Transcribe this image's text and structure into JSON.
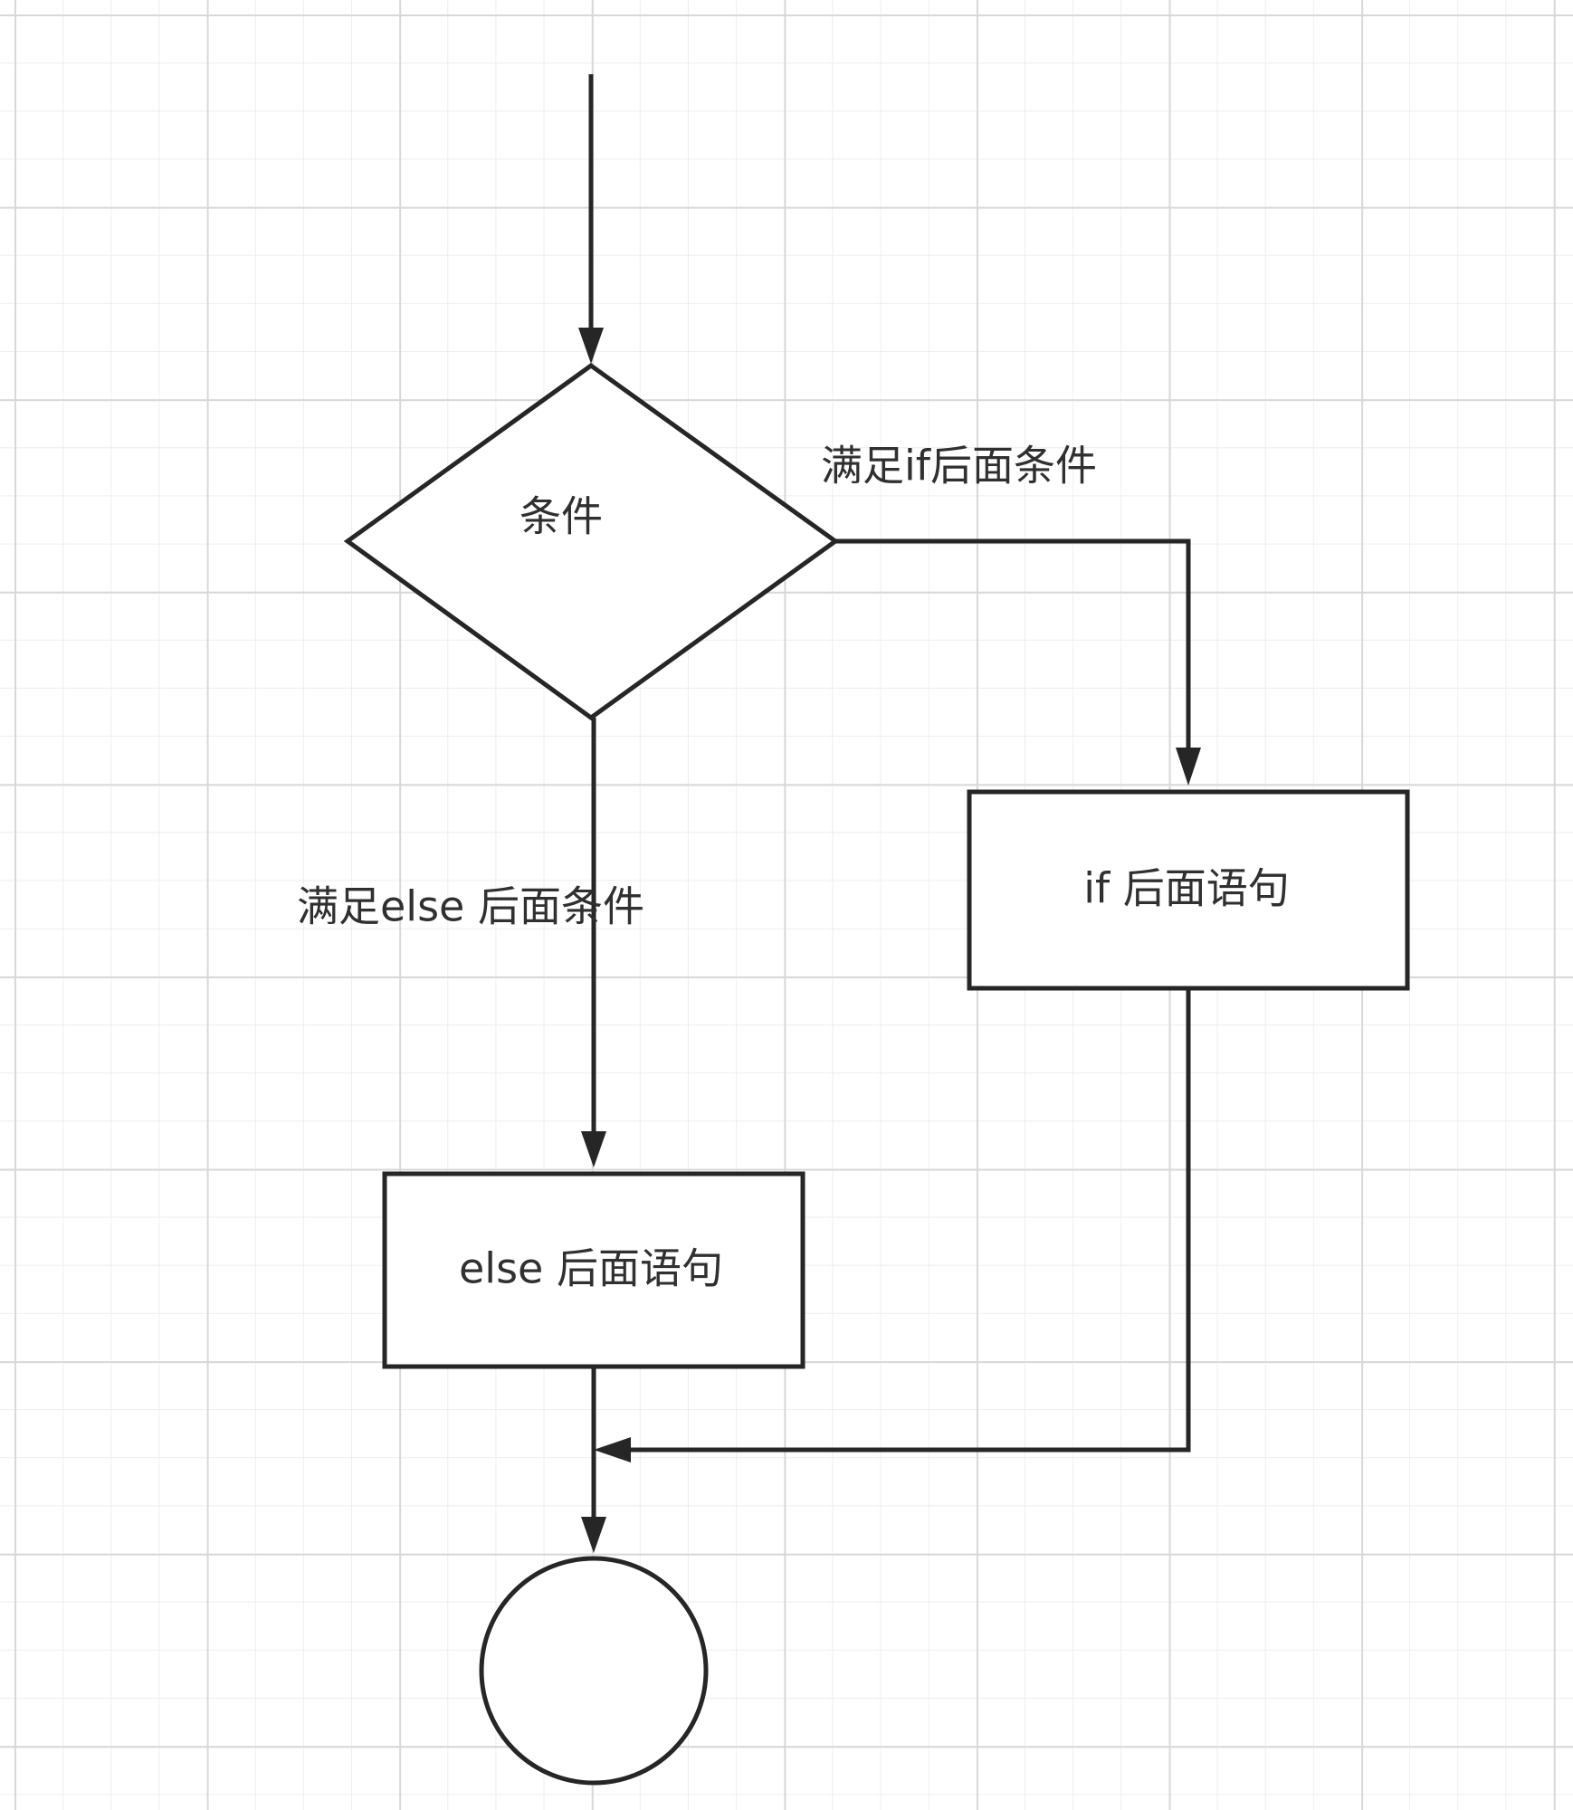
{
  "diagram": {
    "nodes": {
      "condition": {
        "shape": "diamond",
        "label": "条件"
      },
      "if_statement": {
        "shape": "rectangle",
        "label": "if 后面语句"
      },
      "else_statement": {
        "shape": "rectangle",
        "label": "else 后面语句"
      },
      "end": {
        "shape": "circle",
        "label": ""
      }
    },
    "edges": {
      "entry_to_condition": {
        "from": "",
        "to": "condition",
        "label": ""
      },
      "condition_to_if": {
        "from": "condition",
        "to": "if_statement",
        "label": "满足if后面条件"
      },
      "condition_to_else": {
        "from": "condition",
        "to": "else_statement",
        "label": "满足else 后面条件"
      },
      "if_to_merge": {
        "from": "if_statement",
        "to": "else_to_end",
        "label": ""
      },
      "else_to_end": {
        "from": "else_statement",
        "to": "end",
        "label": ""
      }
    },
    "colors": {
      "stroke": "#262626",
      "text": "#303030",
      "grid_major": "#d8d8d8",
      "grid_minor": "#eeeeee",
      "background": "#ffffff"
    }
  }
}
